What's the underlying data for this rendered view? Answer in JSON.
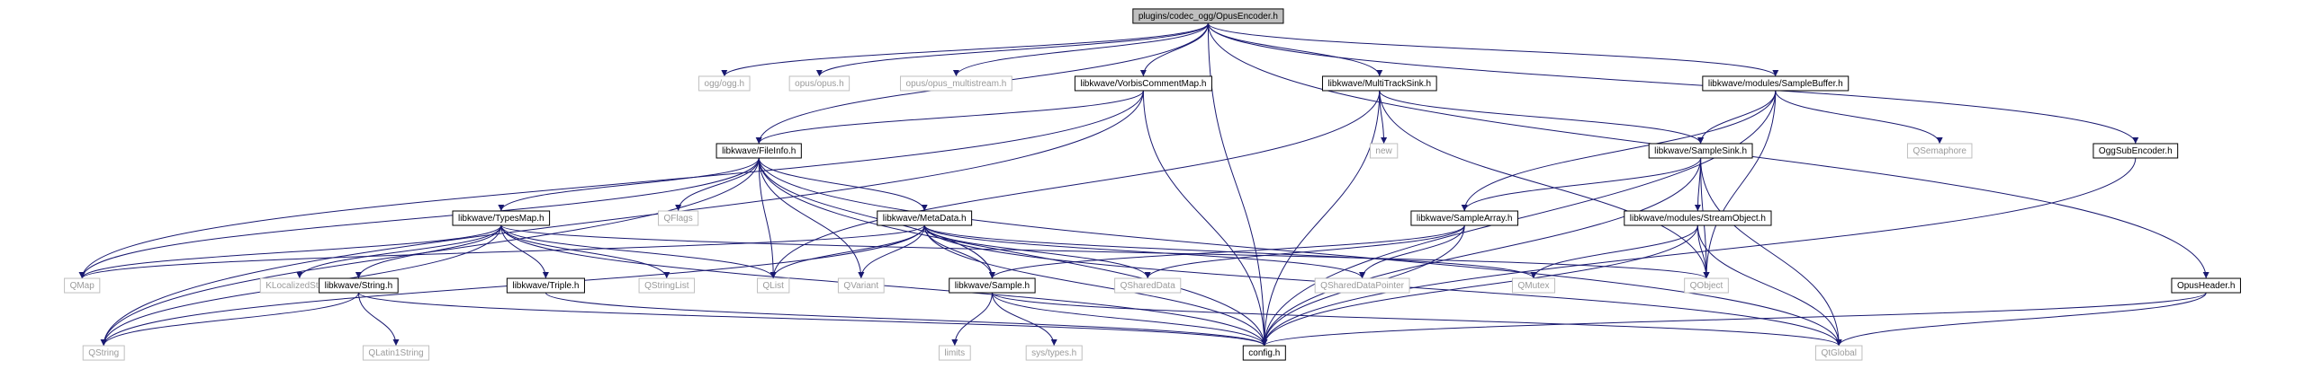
{
  "colors": {
    "edge": "#191970",
    "node_border": "#000000",
    "external_border": "#bfbfbf",
    "root_fill": "#bfbfbf",
    "node_fill": "#ffffff",
    "node_text": "#000000",
    "external_text": "#9a9a9a"
  },
  "nodes": [
    {
      "id": "opusencoder",
      "label": "plugins/codec_ogg/OpusEncoder.h",
      "kind": "root"
    },
    {
      "id": "oggogg",
      "label": "ogg/ogg.h",
      "kind": "external"
    },
    {
      "id": "opusopus",
      "label": "opus/opus.h",
      "kind": "external"
    },
    {
      "id": "opusmulti",
      "label": "opus/opus_multistream.h",
      "kind": "external"
    },
    {
      "id": "vorbiscomment",
      "label": "libkwave/VorbisCommentMap.h",
      "kind": "internal"
    },
    {
      "id": "multitracksink",
      "label": "libkwave/MultiTrackSink.h",
      "kind": "internal"
    },
    {
      "id": "samplebuffer",
      "label": "libkwave/modules/SampleBuffer.h",
      "kind": "internal"
    },
    {
      "id": "fileinfo",
      "label": "libkwave/FileInfo.h",
      "kind": "internal"
    },
    {
      "id": "new",
      "label": "new",
      "kind": "external"
    },
    {
      "id": "samplesink",
      "label": "libkwave/SampleSink.h",
      "kind": "internal"
    },
    {
      "id": "qsemaphore",
      "label": "QSemaphore",
      "kind": "external"
    },
    {
      "id": "oggsubencoder",
      "label": "OggSubEncoder.h",
      "kind": "internal"
    },
    {
      "id": "qflags",
      "label": "QFlags",
      "kind": "external"
    },
    {
      "id": "typesmap",
      "label": "libkwave/TypesMap.h",
      "kind": "internal"
    },
    {
      "id": "metadata",
      "label": "libkwave/MetaData.h",
      "kind": "internal"
    },
    {
      "id": "samplearray",
      "label": "libkwave/SampleArray.h",
      "kind": "internal"
    },
    {
      "id": "streamobject",
      "label": "libkwave/modules/StreamObject.h",
      "kind": "internal"
    },
    {
      "id": "opusheader",
      "label": "OpusHeader.h",
      "kind": "internal"
    },
    {
      "id": "qmap",
      "label": "QMap",
      "kind": "external"
    },
    {
      "id": "klocalized",
      "label": "KLocalizedString",
      "kind": "external"
    },
    {
      "id": "string",
      "label": "libkwave/String.h",
      "kind": "internal"
    },
    {
      "id": "triple",
      "label": "libkwave/Triple.h",
      "kind": "internal"
    },
    {
      "id": "qstringlist",
      "label": "QStringList",
      "kind": "external"
    },
    {
      "id": "qlist",
      "label": "QList",
      "kind": "external"
    },
    {
      "id": "qvariant",
      "label": "QVariant",
      "kind": "external"
    },
    {
      "id": "sample",
      "label": "libkwave/Sample.h",
      "kind": "internal"
    },
    {
      "id": "qshareddata",
      "label": "QSharedData",
      "kind": "external"
    },
    {
      "id": "qsharedptr",
      "label": "QSharedDataPointer",
      "kind": "external"
    },
    {
      "id": "qmutex",
      "label": "QMutex",
      "kind": "external"
    },
    {
      "id": "qobject",
      "label": "QObject",
      "kind": "external"
    },
    {
      "id": "qstring",
      "label": "QString",
      "kind": "external"
    },
    {
      "id": "qlatin1",
      "label": "QLatin1String",
      "kind": "external"
    },
    {
      "id": "limits",
      "label": "limits",
      "kind": "external"
    },
    {
      "id": "systypes",
      "label": "sys/types.h",
      "kind": "external"
    },
    {
      "id": "config",
      "label": "config.h",
      "kind": "internal"
    },
    {
      "id": "qglobal",
      "label": "QtGlobal",
      "kind": "external"
    }
  ],
  "edges": [
    [
      "opusencoder",
      "oggogg"
    ],
    [
      "opusencoder",
      "opusopus"
    ],
    [
      "opusencoder",
      "opusmulti"
    ],
    [
      "opusencoder",
      "vorbiscomment"
    ],
    [
      "opusencoder",
      "multitracksink"
    ],
    [
      "opusencoder",
      "samplebuffer"
    ],
    [
      "opusencoder",
      "fileinfo"
    ],
    [
      "opusencoder",
      "config"
    ],
    [
      "opusencoder",
      "oggsubencoder"
    ],
    [
      "opusencoder",
      "opusheader"
    ],
    [
      "vorbiscomment",
      "fileinfo"
    ],
    [
      "vorbiscomment",
      "qmap"
    ],
    [
      "vorbiscomment",
      "qstring"
    ],
    [
      "vorbiscomment",
      "config"
    ],
    [
      "multitracksink",
      "new"
    ],
    [
      "multitracksink",
      "samplesink"
    ],
    [
      "multitracksink",
      "qlist"
    ],
    [
      "multitracksink",
      "qobject"
    ],
    [
      "multitracksink",
      "config"
    ],
    [
      "samplebuffer",
      "samplesink"
    ],
    [
      "samplebuffer",
      "qsemaphore"
    ],
    [
      "samplebuffer",
      "samplearray"
    ],
    [
      "samplebuffer",
      "qobject"
    ],
    [
      "samplebuffer",
      "config"
    ],
    [
      "fileinfo",
      "qflags"
    ],
    [
      "fileinfo",
      "typesmap"
    ],
    [
      "fileinfo",
      "metadata"
    ],
    [
      "fileinfo",
      "qlist"
    ],
    [
      "fileinfo",
      "qvariant"
    ],
    [
      "fileinfo",
      "qmap"
    ],
    [
      "fileinfo",
      "qstring"
    ],
    [
      "fileinfo",
      "sample"
    ],
    [
      "fileinfo",
      "config"
    ],
    [
      "fileinfo",
      "qglobal"
    ],
    [
      "samplesink",
      "samplearray"
    ],
    [
      "samplesink",
      "streamobject"
    ],
    [
      "samplesink",
      "qobject"
    ],
    [
      "samplesink",
      "qglobal"
    ],
    [
      "samplesink",
      "config"
    ],
    [
      "oggsubencoder",
      "config"
    ],
    [
      "typesmap",
      "qmap"
    ],
    [
      "typesmap",
      "klocalized"
    ],
    [
      "typesmap",
      "string"
    ],
    [
      "typesmap",
      "triple"
    ],
    [
      "typesmap",
      "qstringlist"
    ],
    [
      "typesmap",
      "qlist"
    ],
    [
      "typesmap",
      "qobject"
    ],
    [
      "typesmap",
      "qstring"
    ],
    [
      "typesmap",
      "config"
    ],
    [
      "metadata",
      "qmap"
    ],
    [
      "metadata",
      "qlist"
    ],
    [
      "metadata",
      "qvariant"
    ],
    [
      "metadata",
      "sample"
    ],
    [
      "metadata",
      "qshareddata"
    ],
    [
      "metadata",
      "qsharedptr"
    ],
    [
      "metadata",
      "qmutex"
    ],
    [
      "metadata",
      "qstring"
    ],
    [
      "metadata",
      "config"
    ],
    [
      "metadata",
      "qglobal"
    ],
    [
      "samplearray",
      "sample"
    ],
    [
      "samplearray",
      "qshareddata"
    ],
    [
      "samplearray",
      "qsharedptr"
    ],
    [
      "samplearray",
      "config"
    ],
    [
      "streamobject",
      "qmutex"
    ],
    [
      "streamobject",
      "qobject"
    ],
    [
      "streamobject",
      "qglobal"
    ],
    [
      "streamobject",
      "config"
    ],
    [
      "opusheader",
      "config"
    ],
    [
      "opusheader",
      "qglobal"
    ],
    [
      "string",
      "qstring"
    ],
    [
      "string",
      "qlatin1"
    ],
    [
      "string",
      "config"
    ],
    [
      "triple",
      "config"
    ],
    [
      "sample",
      "limits"
    ],
    [
      "sample",
      "systypes"
    ],
    [
      "sample",
      "config"
    ],
    [
      "sample",
      "qglobal"
    ]
  ]
}
